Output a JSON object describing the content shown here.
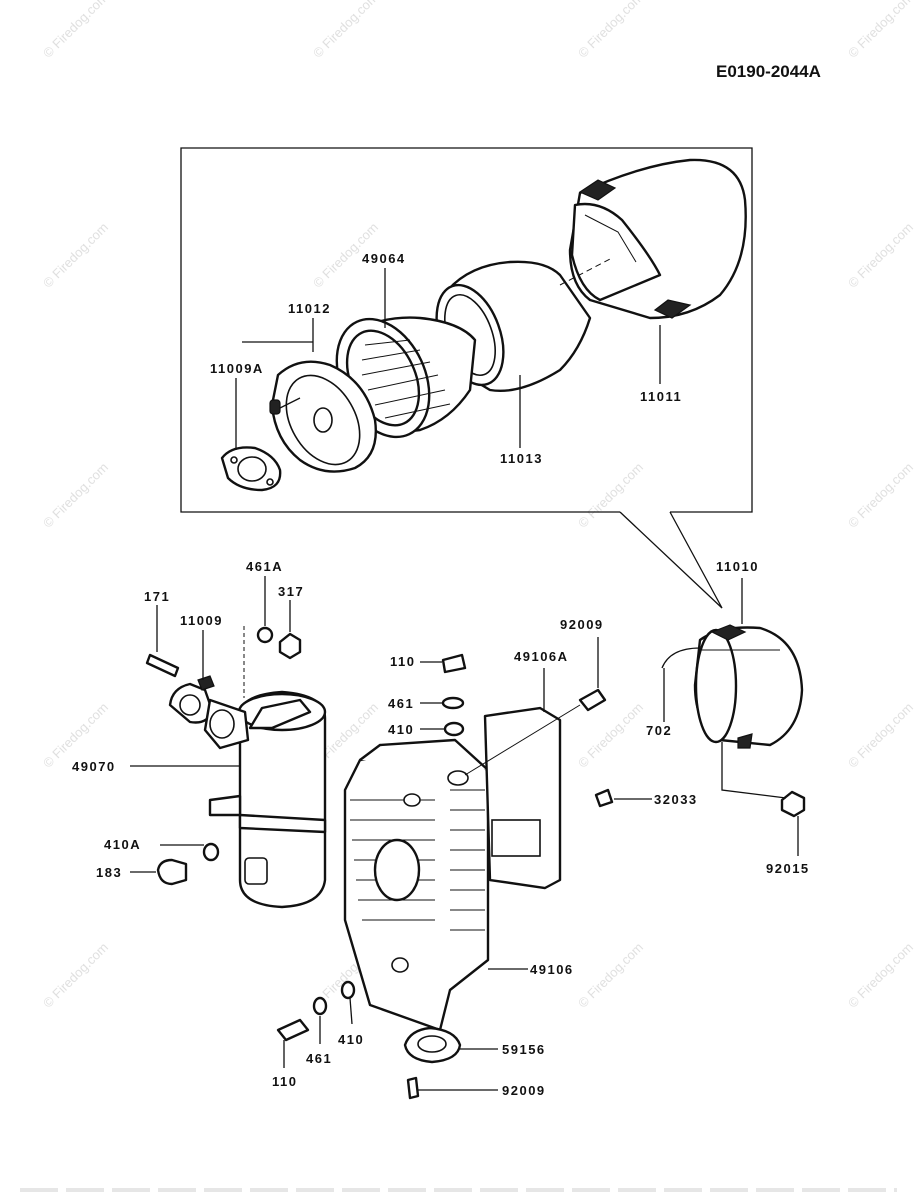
{
  "diagram_code": "E0190-2044A",
  "watermark": "© Firedog.com",
  "labels": {
    "p49064": "49064",
    "p11012": "11012",
    "p11009A": "11009A",
    "p11011": "11011",
    "p11013": "11013",
    "p461A": "461A",
    "p317": "317",
    "p171": "171",
    "p11009": "11009",
    "p92009_top": "92009",
    "p110_top": "110",
    "p49106A": "49106A",
    "p461_top": "461",
    "p410_top": "410",
    "p11010": "11010",
    "p49070": "49070",
    "p702": "702",
    "p32033": "32033",
    "p410A": "410A",
    "p183": "183",
    "p92015": "92015",
    "p49106": "49106",
    "p410_bottom": "410",
    "p461_bottom": "461",
    "p110_bottom": "110",
    "p59156": "59156",
    "p92009_bottom": "92009"
  }
}
